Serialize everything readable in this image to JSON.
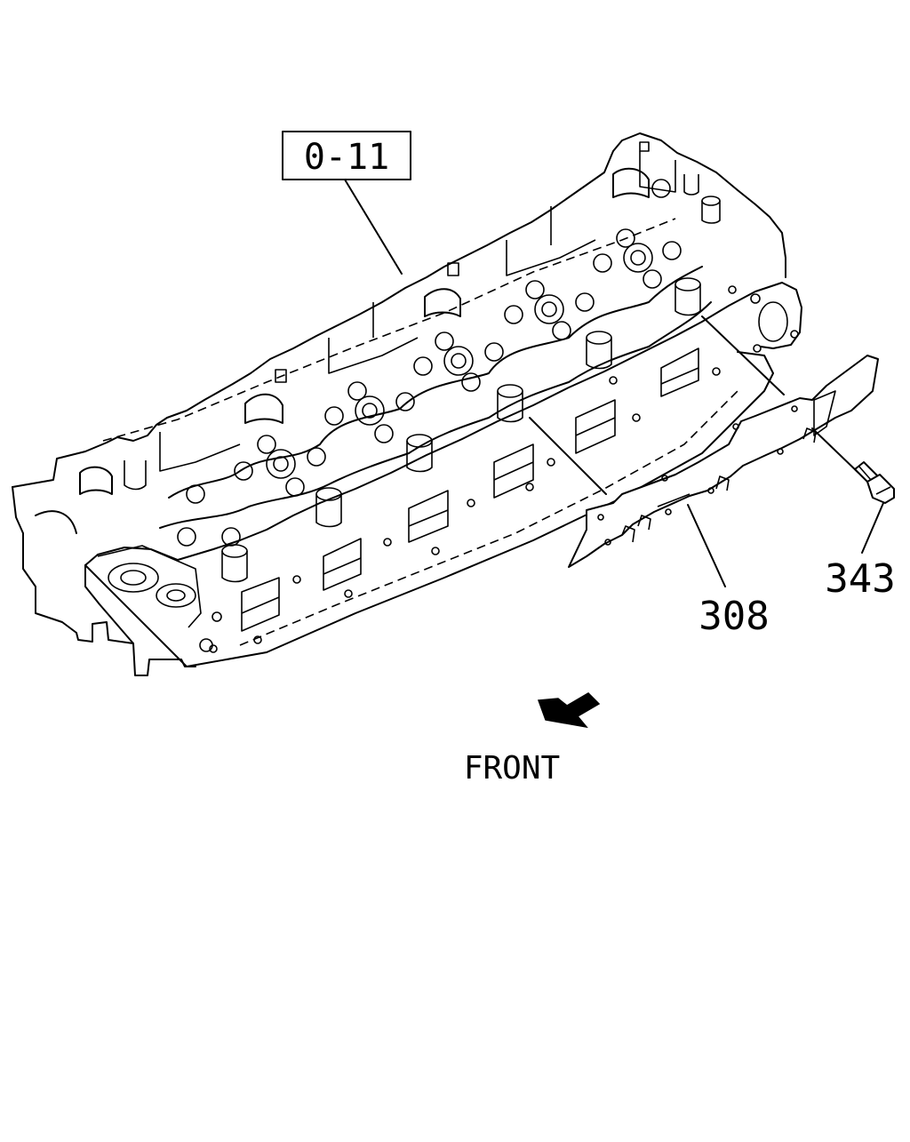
{
  "diagram": {
    "reference_box_label": "0-11",
    "part_labels": {
      "gasket": "308",
      "bolt": "343"
    },
    "direction_label": "FRONT",
    "line_color": "#000000",
    "background_color": "#ffffff"
  }
}
